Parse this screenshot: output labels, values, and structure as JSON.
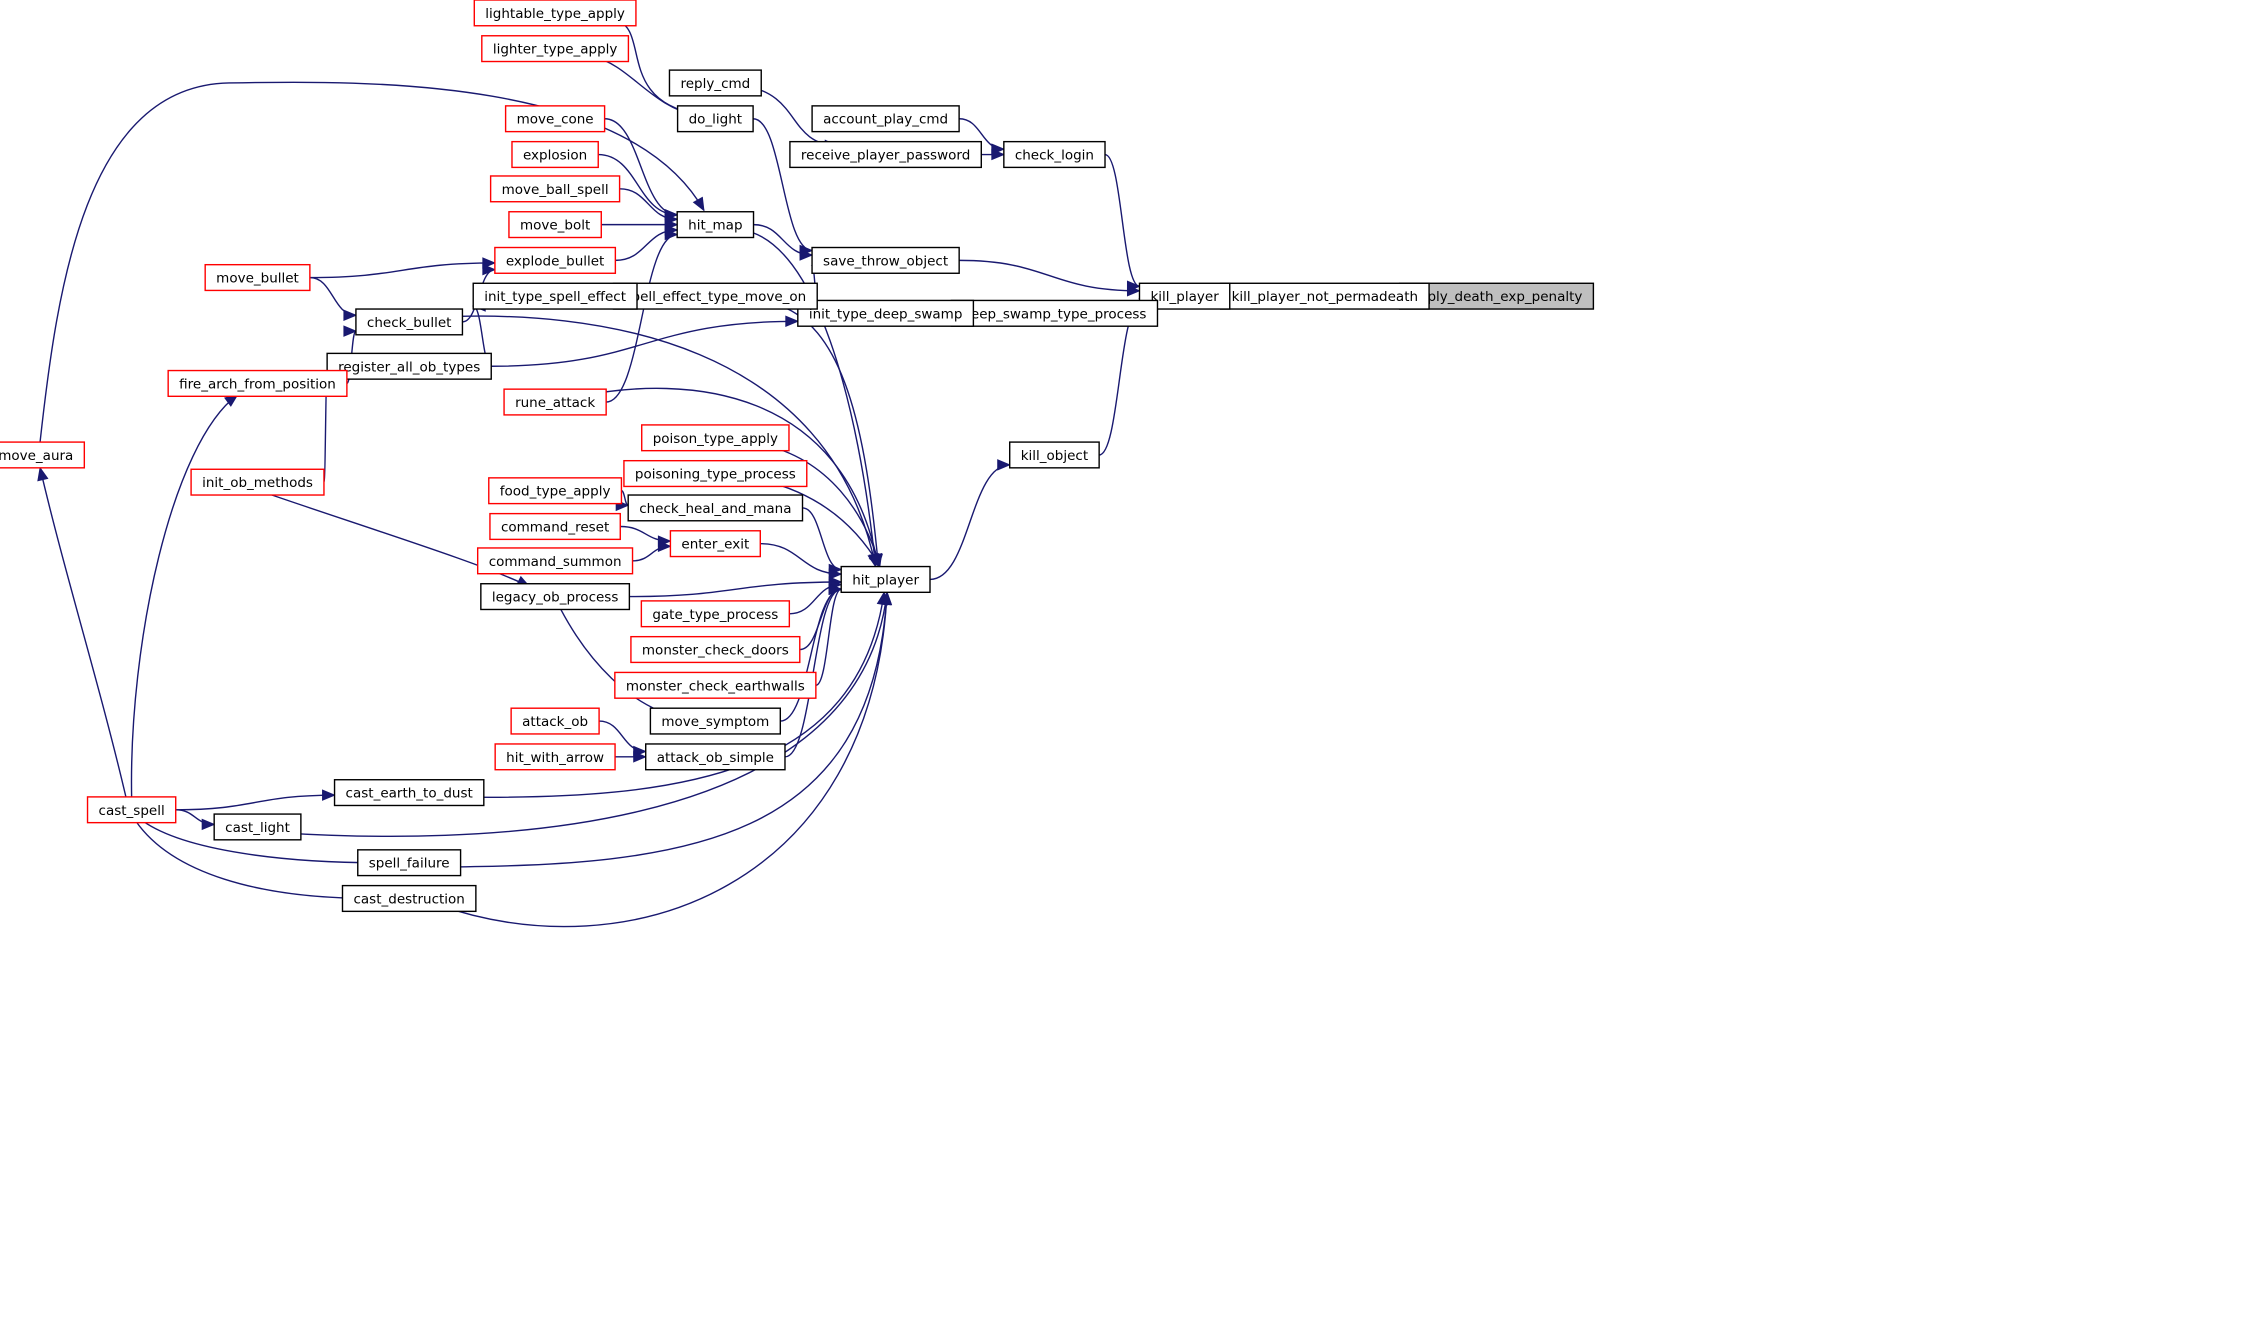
{
  "colors": {
    "edge": "#191970",
    "border_normal": "#000000",
    "border_truncated": "#ff0000",
    "fill_normal": "#ffffff",
    "fill_root": "#bfbfbf"
  },
  "nodes": [
    {
      "id": "apply_death_exp_penalty",
      "label": "apply_death_exp_penalty",
      "style": "root"
    },
    {
      "id": "kill_player_not_permadeath",
      "label": "kill_player_not_permadeath",
      "style": "normal"
    },
    {
      "id": "kill_player",
      "label": "kill_player",
      "style": "normal"
    },
    {
      "id": "check_login",
      "label": "check_login",
      "style": "normal"
    },
    {
      "id": "account_play_cmd",
      "label": "account_play_cmd",
      "style": "normal"
    },
    {
      "id": "receive_player_password",
      "label": "receive_player_password",
      "style": "normal"
    },
    {
      "id": "reply_cmd",
      "label": "reply_cmd",
      "style": "normal"
    },
    {
      "id": "save_throw_object",
      "label": "save_throw_object",
      "style": "normal"
    },
    {
      "id": "deep_swamp_type_process",
      "label": "deep_swamp_type_process",
      "style": "normal"
    },
    {
      "id": "init_type_deep_swamp",
      "label": "init_type_deep_swamp",
      "style": "normal"
    },
    {
      "id": "kill_object",
      "label": "kill_object",
      "style": "normal"
    },
    {
      "id": "hit_player",
      "label": "hit_player",
      "style": "normal"
    },
    {
      "id": "do_light",
      "label": "do_light",
      "style": "normal"
    },
    {
      "id": "lightable_type_apply",
      "label": "lightable_type_apply",
      "style": "truncated"
    },
    {
      "id": "lighter_type_apply",
      "label": "lighter_type_apply",
      "style": "truncated"
    },
    {
      "id": "hit_map",
      "label": "hit_map",
      "style": "normal"
    },
    {
      "id": "move_cone",
      "label": "move_cone",
      "style": "truncated"
    },
    {
      "id": "explosion",
      "label": "explosion",
      "style": "truncated"
    },
    {
      "id": "move_ball_spell",
      "label": "move_ball_spell",
      "style": "truncated"
    },
    {
      "id": "move_bolt",
      "label": "move_bolt",
      "style": "truncated"
    },
    {
      "id": "explode_bullet",
      "label": "explode_bullet",
      "style": "truncated"
    },
    {
      "id": "spell_effect_type_move_on",
      "label": "spell_effect_type_move_on",
      "style": "normal"
    },
    {
      "id": "init_type_spell_effect",
      "label": "init_type_spell_effect",
      "style": "normal"
    },
    {
      "id": "register_all_ob_types",
      "label": "register_all_ob_types",
      "style": "normal"
    },
    {
      "id": "init_ob_methods",
      "label": "init_ob_methods",
      "style": "truncated"
    },
    {
      "id": "check_bullet",
      "label": "check_bullet",
      "style": "normal"
    },
    {
      "id": "move_bullet",
      "label": "move_bullet",
      "style": "truncated"
    },
    {
      "id": "fire_arch_from_position",
      "label": "fire_arch_from_position",
      "style": "truncated"
    },
    {
      "id": "cast_spell",
      "label": "cast_spell",
      "style": "truncated"
    },
    {
      "id": "move_aura",
      "label": "move_aura",
      "style": "truncated"
    },
    {
      "id": "rune_attack",
      "label": "rune_attack",
      "style": "truncated"
    },
    {
      "id": "poison_type_apply",
      "label": "poison_type_apply",
      "style": "truncated"
    },
    {
      "id": "poisoning_type_process",
      "label": "poisoning_type_process",
      "style": "truncated"
    },
    {
      "id": "check_heal_and_mana",
      "label": "check_heal_and_mana",
      "style": "normal"
    },
    {
      "id": "food_type_apply",
      "label": "food_type_apply",
      "style": "truncated"
    },
    {
      "id": "enter_exit",
      "label": "enter_exit",
      "style": "truncated"
    },
    {
      "id": "command_reset",
      "label": "command_reset",
      "style": "truncated"
    },
    {
      "id": "command_summon",
      "label": "command_summon",
      "style": "truncated"
    },
    {
      "id": "legacy_ob_process",
      "label": "legacy_ob_process",
      "style": "normal"
    },
    {
      "id": "gate_type_process",
      "label": "gate_type_process",
      "style": "truncated"
    },
    {
      "id": "monster_check_doors",
      "label": "monster_check_doors",
      "style": "truncated"
    },
    {
      "id": "monster_check_earthwalls",
      "label": "monster_check_earthwalls",
      "style": "truncated"
    },
    {
      "id": "move_symptom",
      "label": "move_symptom",
      "style": "normal"
    },
    {
      "id": "attack_ob",
      "label": "attack_ob",
      "style": "truncated"
    },
    {
      "id": "attack_ob_simple",
      "label": "attack_ob_simple",
      "style": "normal"
    },
    {
      "id": "hit_with_arrow",
      "label": "hit_with_arrow",
      "style": "truncated"
    },
    {
      "id": "cast_earth_to_dust",
      "label": "cast_earth_to_dust",
      "style": "normal"
    },
    {
      "id": "cast_light",
      "label": "cast_light",
      "style": "normal"
    },
    {
      "id": "spell_failure",
      "label": "spell_failure",
      "style": "normal"
    },
    {
      "id": "cast_destruction",
      "label": "cast_destruction",
      "style": "normal"
    }
  ],
  "edges": [
    {
      "from": "kill_player_not_permadeath",
      "to": "apply_death_exp_penalty"
    },
    {
      "from": "kill_player",
      "to": "kill_player_not_permadeath"
    },
    {
      "from": "check_login",
      "to": "kill_player"
    },
    {
      "from": "save_throw_object",
      "to": "kill_player"
    },
    {
      "from": "deep_swamp_type_process",
      "to": "kill_player"
    },
    {
      "from": "kill_object",
      "to": "kill_player"
    },
    {
      "from": "account_play_cmd",
      "to": "check_login"
    },
    {
      "from": "receive_player_password",
      "to": "check_login"
    },
    {
      "from": "reply_cmd",
      "to": "receive_player_password"
    },
    {
      "from": "do_light",
      "to": "save_throw_object"
    },
    {
      "from": "hit_map",
      "to": "save_throw_object"
    },
    {
      "from": "spell_effect_type_move_on",
      "to": "save_throw_object"
    },
    {
      "from": "init_type_deep_swamp",
      "to": "deep_swamp_type_process"
    },
    {
      "from": "register_all_ob_types",
      "to": "init_type_deep_swamp"
    },
    {
      "from": "hit_player",
      "to": "kill_object"
    },
    {
      "from": "lightable_type_apply",
      "to": "do_light"
    },
    {
      "from": "lighter_type_apply",
      "to": "do_light"
    },
    {
      "from": "move_cone",
      "to": "hit_map"
    },
    {
      "from": "explosion",
      "to": "hit_map"
    },
    {
      "from": "move_ball_spell",
      "to": "hit_map"
    },
    {
      "from": "move_bolt",
      "to": "hit_map"
    },
    {
      "from": "explode_bullet",
      "to": "hit_map"
    },
    {
      "from": "rune_attack",
      "to": "hit_map"
    },
    {
      "from": "move_aura",
      "to": "hit_map"
    },
    {
      "from": "init_type_spell_effect",
      "to": "spell_effect_type_move_on"
    },
    {
      "from": "register_all_ob_types",
      "to": "init_type_spell_effect"
    },
    {
      "from": "init_ob_methods",
      "to": "register_all_ob_types"
    },
    {
      "from": "move_bullet",
      "to": "explode_bullet"
    },
    {
      "from": "check_bullet",
      "to": "explode_bullet"
    },
    {
      "from": "move_bullet",
      "to": "check_bullet"
    },
    {
      "from": "fire_arch_from_position",
      "to": "check_bullet"
    },
    {
      "from": "cast_spell",
      "to": "fire_arch_from_position"
    },
    {
      "from": "cast_spell",
      "to": "move_aura"
    },
    {
      "from": "hit_map",
      "to": "hit_player"
    },
    {
      "from": "spell_effect_type_move_on",
      "to": "hit_player"
    },
    {
      "from": "check_bullet",
      "to": "hit_player"
    },
    {
      "from": "rune_attack",
      "to": "hit_player"
    },
    {
      "from": "poison_type_apply",
      "to": "hit_player"
    },
    {
      "from": "poisoning_type_process",
      "to": "hit_player"
    },
    {
      "from": "check_heal_and_mana",
      "to": "hit_player"
    },
    {
      "from": "enter_exit",
      "to": "hit_player"
    },
    {
      "from": "legacy_ob_process",
      "to": "hit_player"
    },
    {
      "from": "gate_type_process",
      "to": "hit_player"
    },
    {
      "from": "monster_check_doors",
      "to": "hit_player"
    },
    {
      "from": "monster_check_earthwalls",
      "to": "hit_player"
    },
    {
      "from": "move_symptom",
      "to": "hit_player"
    },
    {
      "from": "attack_ob_simple",
      "to": "hit_player"
    },
    {
      "from": "cast_earth_to_dust",
      "to": "hit_player"
    },
    {
      "from": "cast_light",
      "to": "hit_player"
    },
    {
      "from": "spell_failure",
      "to": "hit_player"
    },
    {
      "from": "cast_destruction",
      "to": "hit_player"
    },
    {
      "from": "food_type_apply",
      "to": "check_heal_and_mana"
    },
    {
      "from": "command_reset",
      "to": "enter_exit"
    },
    {
      "from": "command_summon",
      "to": "enter_exit"
    },
    {
      "from": "init_ob_methods",
      "to": "legacy_ob_process"
    },
    {
      "from": "legacy_ob_process",
      "to": "move_symptom"
    },
    {
      "from": "attack_ob",
      "to": "attack_ob_simple"
    },
    {
      "from": "hit_with_arrow",
      "to": "attack_ob_simple"
    },
    {
      "from": "cast_spell",
      "to": "cast_earth_to_dust"
    },
    {
      "from": "cast_spell",
      "to": "cast_light"
    },
    {
      "from": "cast_spell",
      "to": "spell_failure"
    },
    {
      "from": "cast_spell",
      "to": "cast_destruction"
    }
  ]
}
